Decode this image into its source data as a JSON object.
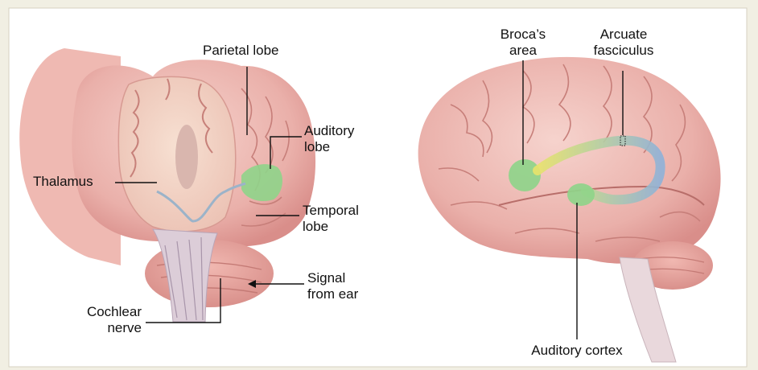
{
  "left_panel": {
    "labels": {
      "parietal_lobe": "Parietal lobe",
      "auditory_lobe": [
        "Auditory",
        "lobe"
      ],
      "thalamus": "Thalamus",
      "temporal_lobe": [
        "Temporal",
        "lobe"
      ],
      "signal_from_ear": [
        "Signal",
        "from ear"
      ],
      "cochlear_nerve": [
        "Cochlear",
        "nerve"
      ]
    }
  },
  "right_panel": {
    "labels": {
      "brocas_area": [
        "Broca’s",
        "area"
      ],
      "arcuate_fasciculus": [
        "Arcuate",
        "fasciculus"
      ],
      "auditory_cortex": "Auditory cortex"
    }
  },
  "colors": {
    "background": "#f1efe3",
    "panel": "#ffffff",
    "brain_pink": "#e9a6a2",
    "brain_light": "#f3c8c2",
    "highlight_green": "#8fd48a",
    "fasciculus_blue": "#9bb8d6",
    "fasciculus_yellow": "#e6e36a"
  }
}
